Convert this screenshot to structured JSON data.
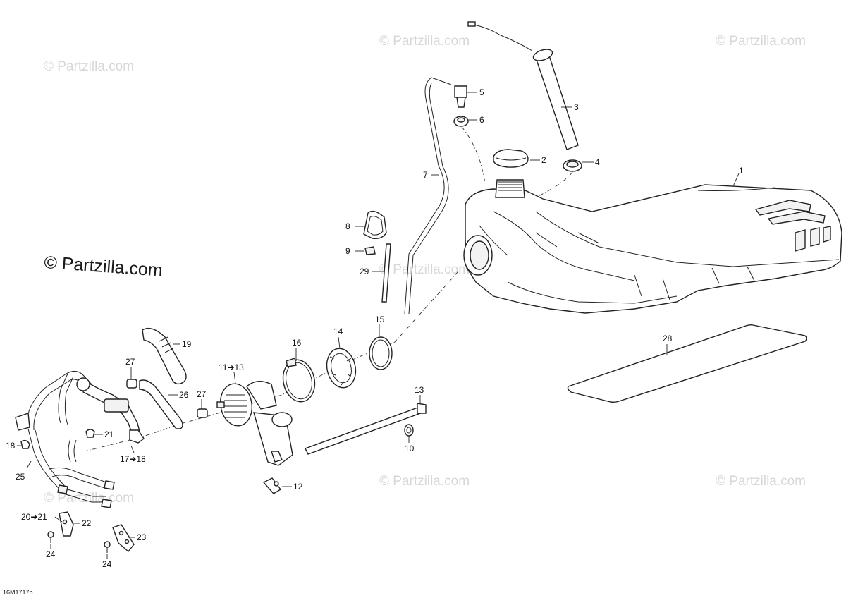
{
  "watermarks": {
    "small": "© Partzilla.com",
    "large": "© Partzilla.com"
  },
  "drawing_code": "16M1717b",
  "callouts": {
    "c1": "1",
    "c2": "2",
    "c3": "3",
    "c4": "4",
    "c5": "5",
    "c6": "6",
    "c7": "7",
    "c8": "8",
    "c9": "9",
    "c10": "10",
    "c11_13": "11➔13",
    "c12": "12",
    "c13": "13",
    "c14": "14",
    "c15": "15",
    "c16": "16",
    "c17_18": "17➔18",
    "c18": "18",
    "c19": "19",
    "c20_21": "20➔21",
    "c21": "21",
    "c22": "22",
    "c23": "23",
    "c24a": "24",
    "c24b": "24",
    "c25": "25",
    "c26": "26",
    "c27a": "27",
    "c27b": "27",
    "c28": "28",
    "c29": "29"
  }
}
